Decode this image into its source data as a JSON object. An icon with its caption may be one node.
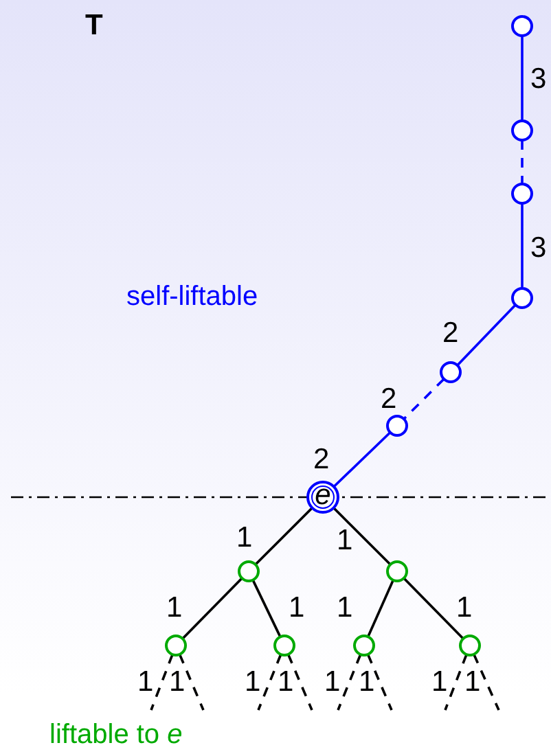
{
  "diagram": {
    "nodes": [
      {
        "text": [],
        "shape": "circle"
      },
      {
        "text": [],
        "shape": "circle"
      },
      {
        "text": [],
        "shape": "circle"
      },
      {
        "text": [],
        "shape": "circle"
      },
      {
        "text": [],
        "shape": "circle"
      },
      {
        "text": [],
        "shape": "circle"
      },
      {
        "text": [
          "e"
        ]
      },
      {
        "text": [],
        "shape": "circle"
      },
      {
        "text": [],
        "shape": "circle"
      },
      {
        "text": [],
        "shape": "circle"
      },
      {
        "text": [],
        "shape": "circle"
      },
      {
        "text": [],
        "shape": "circle"
      },
      {
        "text": [],
        "shape": "circle"
      }
    ],
    "edges": [
      {
        "from": 0,
        "to": 1,
        "arrow": "none",
        "label": "3",
        "color": "#0000ff"
      },
      {
        "from": 1,
        "to": 2,
        "arrow": "none",
        "style": "dashed",
        "color": "#0000ff"
      },
      {
        "from": 2,
        "to": 3,
        "arrow": "none",
        "label": "3",
        "color": "#0000ff"
      },
      {
        "from": 3,
        "to": 4,
        "arrow": "none",
        "label": "2",
        "color": "#0000ff"
      },
      {
        "from": 4,
        "to": 5,
        "arrow": "none",
        "label": "2",
        "style": "dashed",
        "color": "#0000ff"
      },
      {
        "from": 5,
        "to": 6,
        "arrow": "none",
        "label": "2",
        "color": "#0000ff"
      },
      {
        "from": 6,
        "to": 7,
        "arrow": "none",
        "label": "1"
      },
      {
        "from": 6,
        "to": 8,
        "arrow": "none",
        "label": "1"
      },
      {
        "from": 7,
        "to": 9,
        "arrow": "none",
        "label": "1"
      },
      {
        "from": 7,
        "to": 10,
        "arrow": "none",
        "label": "1"
      },
      {
        "from": 8,
        "to": 11,
        "arrow": "none",
        "label": "1"
      },
      {
        "from": 8,
        "to": 12,
        "arrow": "none",
        "label": "1"
      },
      {
        "from": 9,
        "to": null,
        "arrow": "none",
        "label": "1",
        "style": "dashed"
      },
      {
        "from": 9,
        "to": null,
        "arrow": "none",
        "label": "1",
        "style": "dashed"
      },
      {
        "from": 10,
        "to": null,
        "arrow": "none",
        "label": "1",
        "style": "dashed"
      },
      {
        "from": 10,
        "to": null,
        "arrow": "none",
        "label": "1",
        "style": "dashed"
      },
      {
        "from": 11,
        "to": null,
        "arrow": "none",
        "label": "1",
        "style": "dashed"
      },
      {
        "from": 11,
        "to": null,
        "arrow": "none",
        "label": "1",
        "style": "dashed"
      },
      {
        "from": 12,
        "to": null,
        "arrow": "none",
        "label": "1",
        "style": "dashed"
      },
      {
        "from": 12,
        "to": null,
        "arrow": "none",
        "label": "1",
        "style": "dashed"
      }
    ],
    "labels": [
      "T",
      "self-liftable",
      "liftable to *e*"
    ]
  }
}
